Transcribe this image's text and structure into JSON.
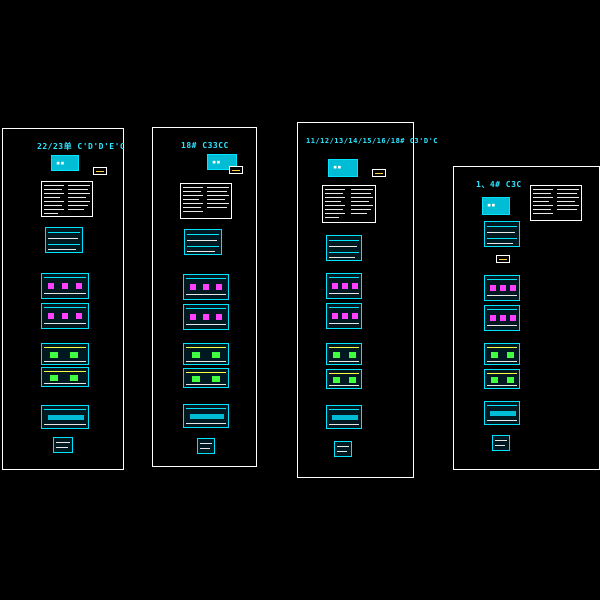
{
  "colors": {
    "background": "#000000",
    "frame": "#ffffff",
    "accent": "#00e5ff"
  },
  "sheets": [
    {
      "title": "22/23单 C'D'D'E'C"
    },
    {
      "title": "18# C33CC"
    },
    {
      "title": "11/12/13/14/15/16/18# C3'D'C"
    },
    {
      "title": "1、4# C3C"
    }
  ]
}
